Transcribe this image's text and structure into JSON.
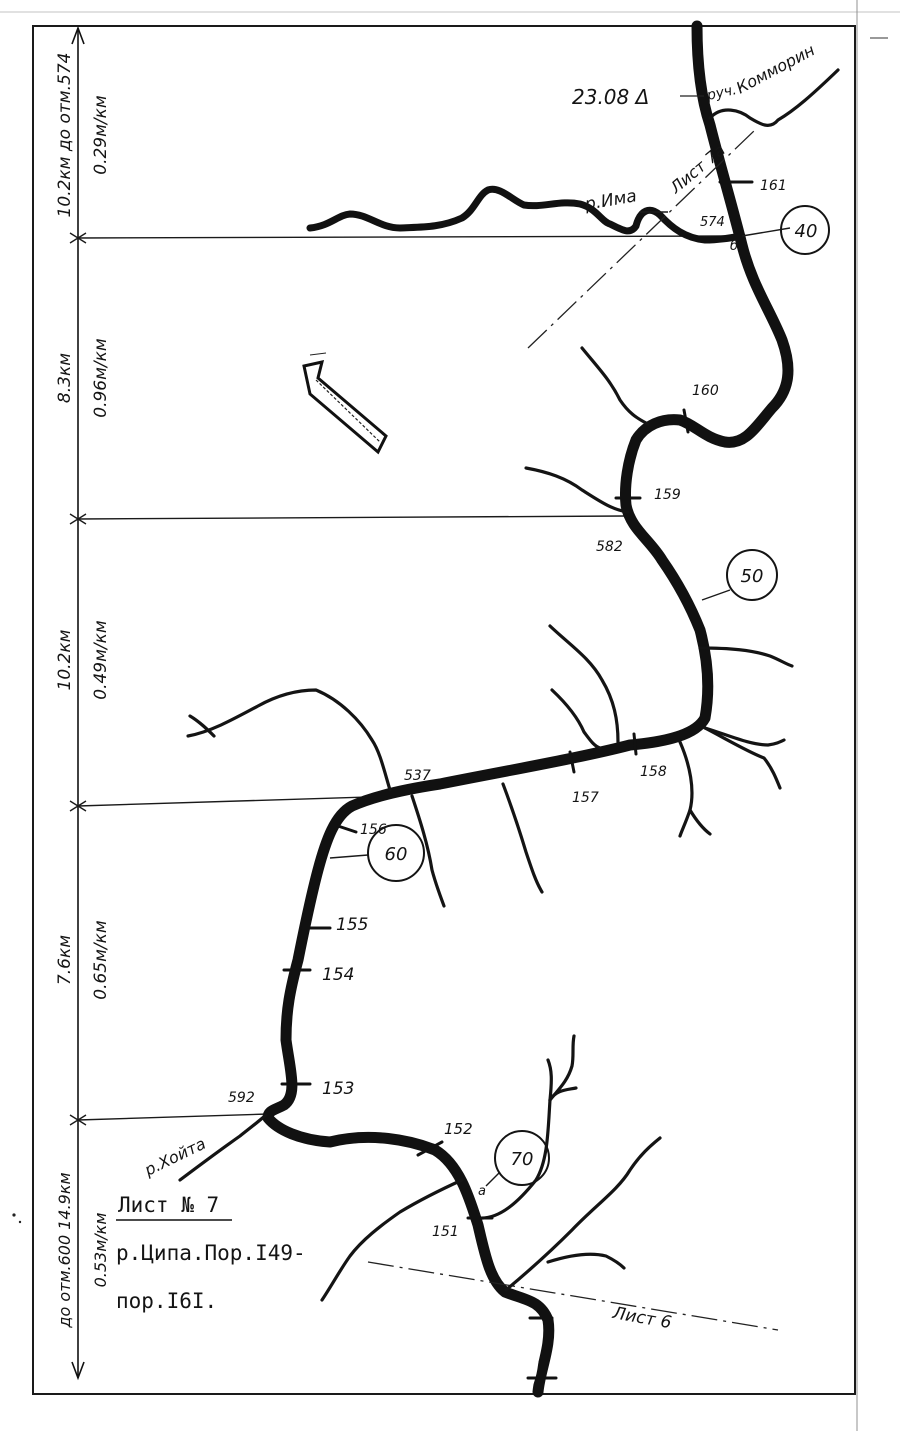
{
  "sheet": {
    "title": "Лист № 7",
    "subtitle_line1": "р.Ципа.Пор.I49-",
    "subtitle_line2": "пор.I6I."
  },
  "scale_segments": [
    {
      "top": "10.2км до отм.574",
      "bottom": "0.29м/км"
    },
    {
      "top": "8.3км",
      "bottom": "0.96м/км"
    },
    {
      "top": "10.2км",
      "bottom": "0.49м/км"
    },
    {
      "top": "7.6км",
      "bottom": "0.65м/км"
    },
    {
      "top": "до отм.600  14.9км",
      "bottom": "0.53м/км"
    }
  ],
  "labels": {
    "benchmark": "23.08 Δ",
    "stream_kommorin_prefix": "руч.",
    "stream_kommorin": "Комморин",
    "river_ima": "р.Има",
    "sheet_line_7a": "Лист 7а",
    "river_hoyta": "р.Хойта",
    "sheet_line_6": "Лист 6"
  },
  "elevations": [
    "574",
    "582",
    "537",
    "592"
  ],
  "rapids": [
    "161",
    "160",
    "159",
    "158",
    "157",
    "156",
    "155",
    "154",
    "153",
    "152",
    "151"
  ],
  "km_circles": [
    "40",
    "50",
    "60",
    "70"
  ],
  "letters": {
    "b": "б",
    "a": "а"
  }
}
